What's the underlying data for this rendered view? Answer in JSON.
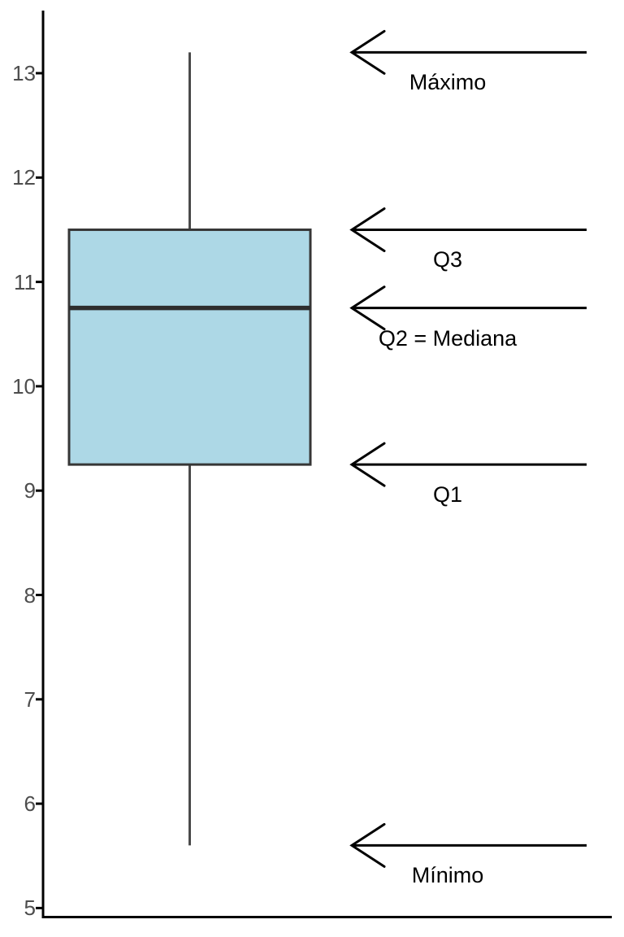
{
  "chart_data": {
    "type": "boxplot",
    "title": "",
    "orientation": "vertical",
    "stats": {
      "min": 5.6,
      "q1": 9.25,
      "median": 10.75,
      "q3": 11.5,
      "max": 13.2
    },
    "ylim": [
      4.9,
      13.6
    ],
    "yticks": [
      5,
      6,
      7,
      8,
      9,
      10,
      11,
      12,
      13
    ],
    "xlabel": "",
    "ylabel": "",
    "grid": false,
    "legend": false,
    "colors": {
      "box_fill": "#ADD8E6",
      "box_border": "#363636",
      "median_line": "#2e2e2e",
      "whisker": "#4a4a4a",
      "axis_line": "#000000",
      "tick_label": "#4d4d4d",
      "annotation_text": "#000000",
      "arrow": "#000000",
      "background": "#ffffff"
    },
    "annotations": [
      {
        "label": "Máximo",
        "stat": "max",
        "value": 13.2
      },
      {
        "label": "Q3",
        "stat": "q3",
        "value": 11.5
      },
      {
        "label": "Q2 = Mediana",
        "stat": "median",
        "value": 10.75
      },
      {
        "label": "Q1",
        "stat": "q1",
        "value": 9.25
      },
      {
        "label": "Mínimo",
        "stat": "min",
        "value": 5.6
      }
    ]
  }
}
